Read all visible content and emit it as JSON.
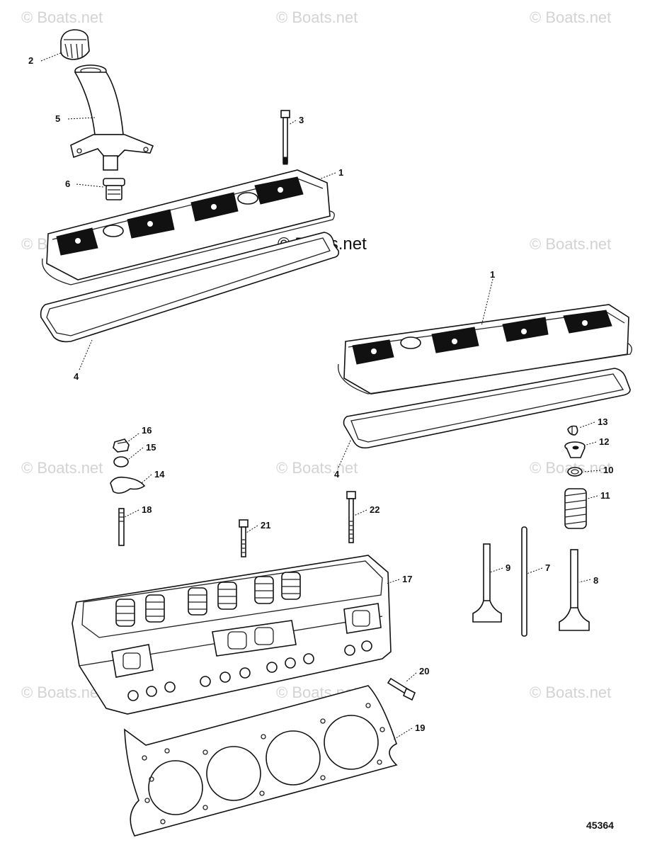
{
  "watermark_text": "© Boats.net",
  "figure_number": "45364",
  "callouts": {
    "c1a": "1",
    "c1b": "1",
    "c2": "2",
    "c3": "3",
    "c4a": "4",
    "c4b": "4",
    "c5": "5",
    "c6": "6",
    "c7": "7",
    "c8": "8",
    "c9": "9",
    "c10": "10",
    "c11": "11",
    "c12": "12",
    "c13": "13",
    "c14": "14",
    "c15": "15",
    "c16": "16",
    "c17": "17",
    "c18": "18",
    "c19": "19",
    "c20": "20",
    "c21": "21",
    "c22": "22"
  }
}
